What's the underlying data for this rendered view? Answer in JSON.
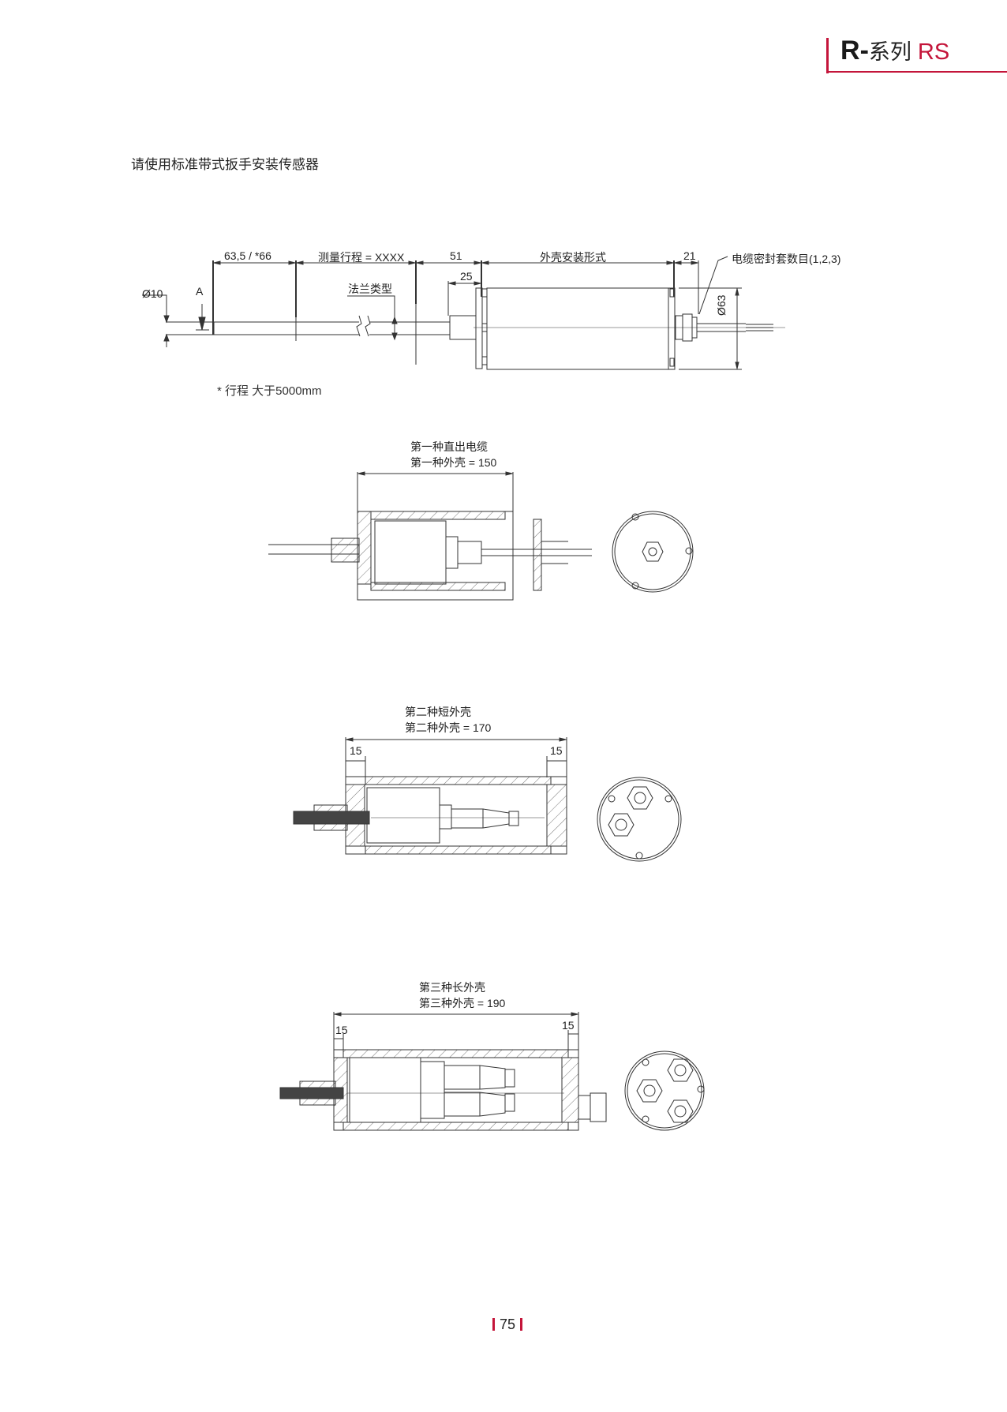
{
  "header": {
    "series_letter": "R",
    "series_dash": "-",
    "series_cn": "系列",
    "series_code": "RS",
    "accent_color": "#c4153a"
  },
  "intro_text": "请使用标准带式扳手安装传感器",
  "main_drawing": {
    "dim_rod_diameter": "Ø10",
    "view_marker": "A",
    "dim_null_zone": "63,5 / *66",
    "dim_stroke": "测量行程 = XXXX",
    "dim_51": "51",
    "dim_25": "25",
    "flange_type_label": "法兰类型",
    "housing_mount_label": "外壳安装形式",
    "dim_21": "21",
    "cable_gland_label": "电缆密封套数目(1,2,3)",
    "dim_housing_diameter": "Ø63",
    "footnote": "* 行程 大于5000mm"
  },
  "variants": [
    {
      "title": "第一种直出电缆",
      "subtitle": "第一种外壳 = 150",
      "dim_left": "",
      "dim_right": ""
    },
    {
      "title": "第二种短外壳",
      "subtitle": "第二种外壳 = 170",
      "dim_left": "15",
      "dim_right": "15"
    },
    {
      "title": "第三种长外壳",
      "subtitle": "第三种外壳 = 190",
      "dim_left": "15",
      "dim_right": "15"
    }
  ],
  "footer": {
    "page_number": "75"
  }
}
